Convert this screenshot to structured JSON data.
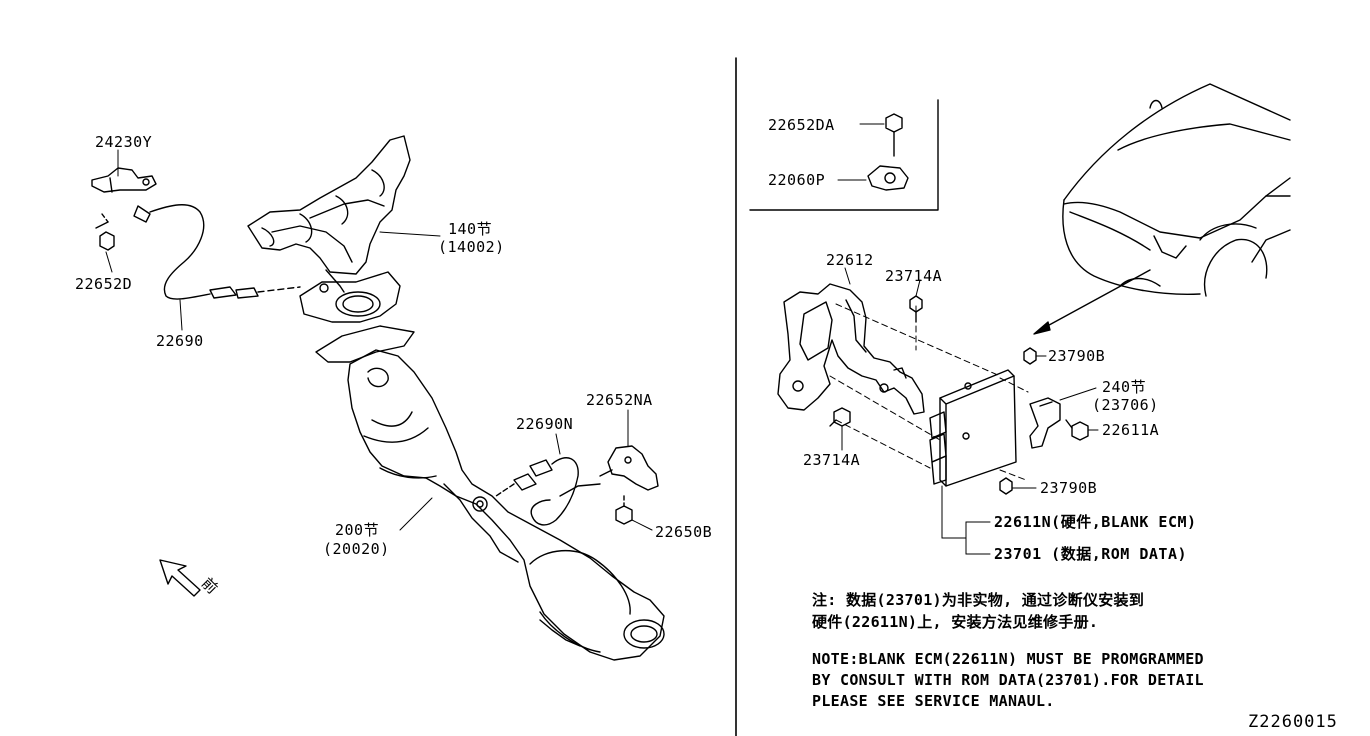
{
  "left_labels": {
    "l24230y": "24230Y",
    "l22652d": "22652D",
    "l22690": "22690",
    "l140": "140节",
    "l14002": "(14002)",
    "l22690n": "22690N",
    "l22652na": "22652NA",
    "l200": "200节",
    "l20020": "(20020)",
    "l22650b": "22650B",
    "front": "前"
  },
  "right_labels": {
    "l22652da": "22652DA",
    "l22060p": "22060P",
    "l22612": "22612",
    "l23714a_top": "23714A",
    "l23714a_bot": "23714A",
    "l23790b_top": "23790B",
    "l23790b_bot": "23790B",
    "l240": "240节",
    "l23706": "(23706)",
    "l22611a": "22611A",
    "l22611n": "22611N(硬件,BLANK ECM)",
    "l23701": "23701  (数据,ROM DATA)"
  },
  "notes": {
    "cn_line1": "注: 数据(23701)为非实物, 通过诊断仪安装到",
    "cn_line2": "硬件(22611N)上, 安装方法见维修手册.",
    "en_line1": "NOTE:BLANK ECM(22611N) MUST BE PROMGRAMMED",
    "en_line2": "BY CONSULT WITH ROM DATA(23701).FOR DETAIL",
    "en_line3": "PLEASE SEE SERVICE MANAUL."
  },
  "diagram_code": "Z2260015"
}
